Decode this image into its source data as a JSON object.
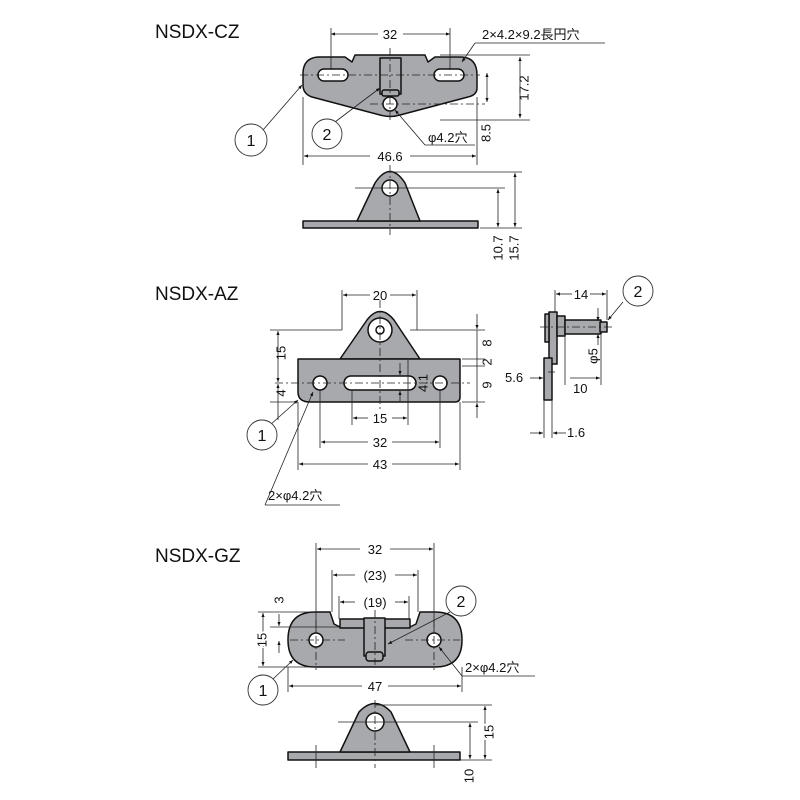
{
  "cz": {
    "title": "NSDX-CZ",
    "dim_32": "32",
    "slot_label": "2×4.2×9.2長円穴",
    "dim_17_2": "17.2",
    "dim_8_5": "8.5",
    "hole_label": "φ4.2穴",
    "dim_46_6": "46.6",
    "dim_10_7": "10.7",
    "dim_15_7": "15.7",
    "callout_1": "1",
    "callout_2": "2"
  },
  "az": {
    "title": "NSDX-AZ",
    "dim_20": "20",
    "dim_15_v": "15",
    "dim_4": "4",
    "dim_8": "8",
    "dim_2": "2",
    "dim_9": "9",
    "dim_4_1": "4.1",
    "dim_15_h": "15",
    "dim_32": "32",
    "dim_43": "43",
    "hole_label": "2×φ4.2穴",
    "callout_1": "1",
    "callout_2": "2",
    "dim_14": "14",
    "dim_phi5": "φ5",
    "dim_5_6": "5.6",
    "dim_10": "10",
    "dim_1_6": "1.6"
  },
  "gz": {
    "title": "NSDX-GZ",
    "dim_32": "32",
    "dim_23": "(23)",
    "dim_19": "(19)",
    "dim_3": "3",
    "dim_15_v": "15",
    "dim_47": "47",
    "hole_label": "2×φ4.2穴",
    "callout_1": "1",
    "callout_2": "2",
    "dim_15_side": "15",
    "dim_10_side": "10"
  }
}
